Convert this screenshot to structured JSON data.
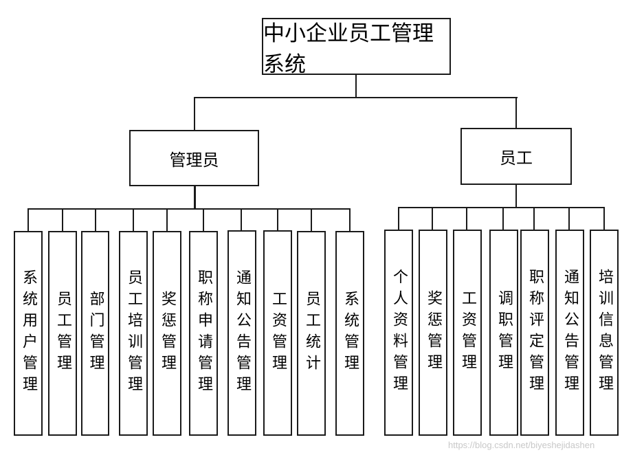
{
  "root": {
    "label": "中小企业员工管理系统"
  },
  "branches": [
    {
      "label": "管理员",
      "children": [
        "系统用户管理",
        "员工管理",
        "部门管理",
        "员工培训管理",
        "奖惩管理",
        "职称申请管理",
        "通知公告管理",
        "工资管理",
        "员工统计",
        "系统管理"
      ]
    },
    {
      "label": "员工",
      "children": [
        "个人资料管理",
        "奖惩管理",
        "工资管理",
        "调职管理",
        "职称评定管理",
        "通知公告管理",
        "培训信息管理"
      ]
    }
  ],
  "watermark": "https://blog.csdn.net/biyeshejidashen",
  "colors": {
    "line": "#1a1a1a",
    "background": "#ffffff",
    "watermark": "#c8c8c8"
  }
}
